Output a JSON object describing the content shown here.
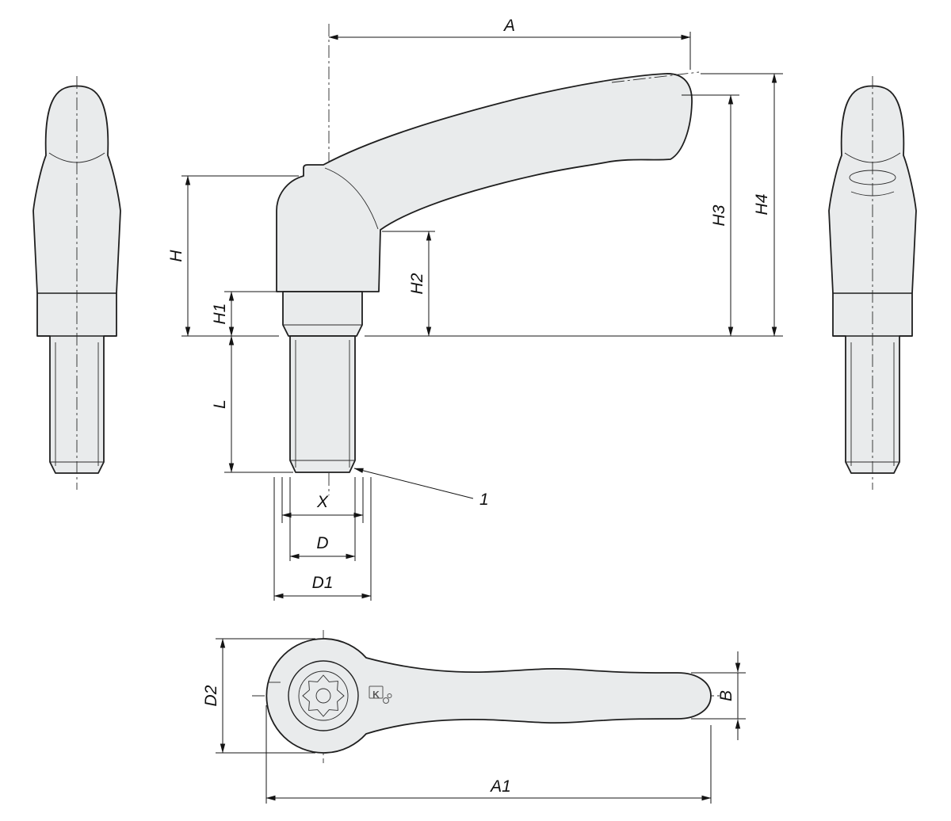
{
  "drawing": {
    "type": "technical-dimension-drawing",
    "part": "adjustable-clamping-lever-with-threaded-stud"
  },
  "colors": {
    "background": "#ffffff",
    "line": "#1f1f1f",
    "fill": "#e9ebec"
  },
  "labels": {
    "dim_a": "A",
    "dim_h": "H",
    "dim_h1": "H1",
    "dim_h2": "H2",
    "dim_h3": "H3",
    "dim_h4": "H4",
    "dim_l": "L",
    "dim_x": "X",
    "dim_d": "D",
    "dim_d1": "D1",
    "dim_d2": "D2",
    "dim_b": "B",
    "dim_a1": "A1",
    "callout_1": "1"
  },
  "brand": {
    "logo_letter": "K"
  }
}
